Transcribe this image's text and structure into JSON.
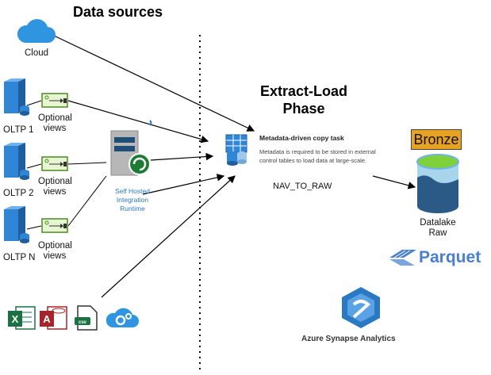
{
  "titles": {
    "data_sources": "Data sources",
    "extract_load": "Extract-Load Phase"
  },
  "sources": {
    "cloud": "Cloud",
    "oltp1": "OLTP 1",
    "oltp2": "OLTP 2",
    "oltpn": "OLTP N",
    "optional_views": "Optional views"
  },
  "runtime": {
    "label": "Self Hosted Integration Runtime"
  },
  "copy_task": {
    "title": "Metadata-driven copy task",
    "description": "Metadata is required to be stored in external control tables to load data at large-scale.",
    "pipeline_name": "NAV_TO_RAW"
  },
  "destination": {
    "tier": "Bronze",
    "name": "Datalake Raw",
    "format": "Parquet"
  },
  "platform": {
    "name": "Azure Synapse Analytics"
  },
  "colors": {
    "bronze": "#e7a224",
    "azure_blue": "#2b79c2",
    "parquet_blue": "#4a7fcf",
    "excel_green": "#1d7044",
    "access_red": "#a4262c"
  }
}
